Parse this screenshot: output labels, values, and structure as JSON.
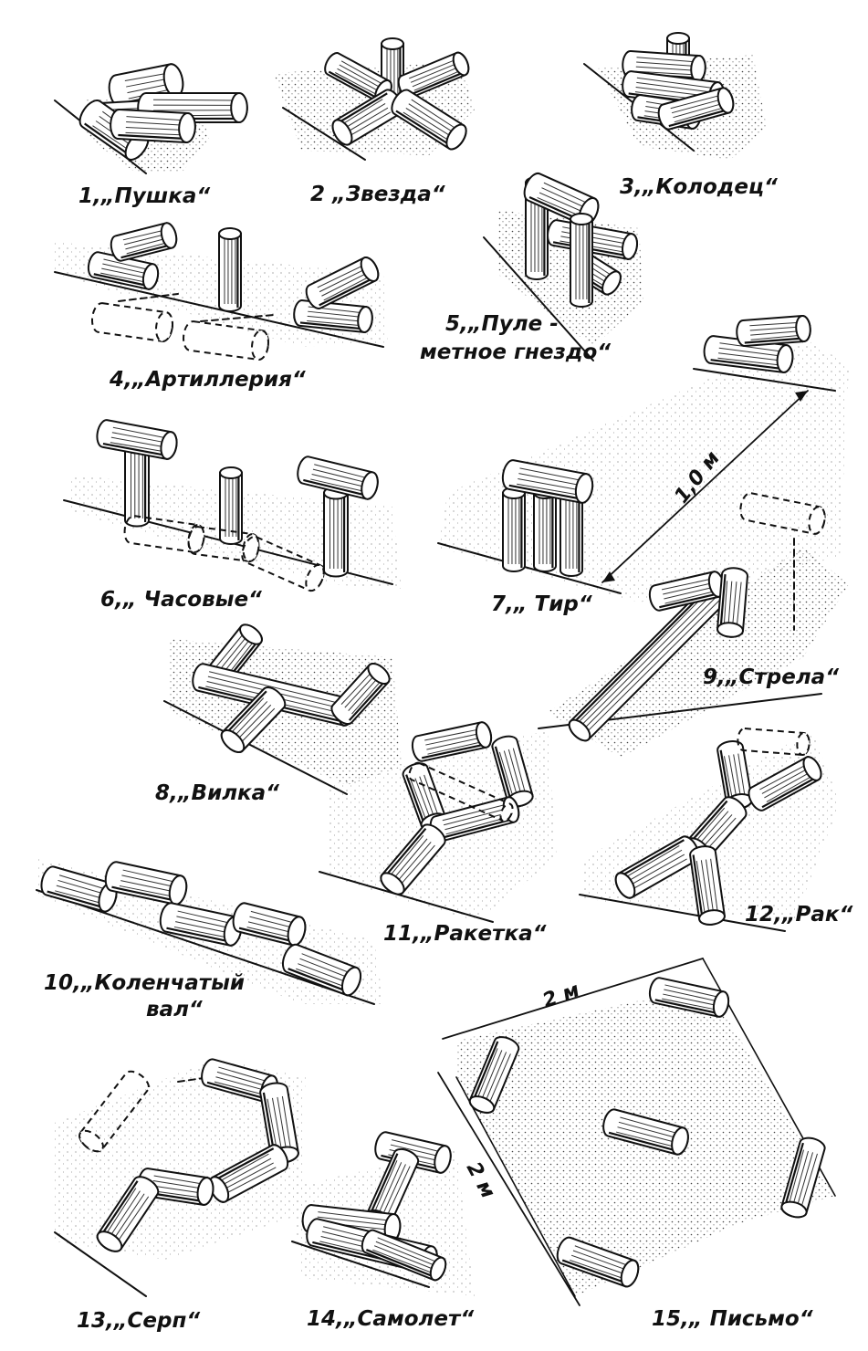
{
  "figures": [
    {
      "id": "f1",
      "label": "1,„Пушка“"
    },
    {
      "id": "f2",
      "label": "2 „Звезда“"
    },
    {
      "id": "f3",
      "label": "3,„Колодец“"
    },
    {
      "id": "f4",
      "label": "4,„Артиллерия“"
    },
    {
      "id": "f5",
      "label_line1": "5,„Пуле -",
      "label_line2": "метное гнездо“"
    },
    {
      "id": "f6",
      "label": "6,„ Часовые“"
    },
    {
      "id": "f7",
      "label": "7,„ Тир“"
    },
    {
      "id": "f8",
      "label": "8,„Вилка“"
    },
    {
      "id": "f9",
      "label": "9,„Стрела“"
    },
    {
      "id": "f10",
      "label_line1": "10,„Коленчатый",
      "label_line2": "вал“"
    },
    {
      "id": "f11",
      "label": "11,„Ракетка“"
    },
    {
      "id": "f12",
      "label": "12,„Рак“"
    },
    {
      "id": "f13",
      "label": "13,„Серп“"
    },
    {
      "id": "f14",
      "label": "14,„Самолет“"
    },
    {
      "id": "f15",
      "label": "15,„ Письмо“"
    }
  ],
  "dimensions": {
    "arrow_distance": "1,0 м",
    "letter_width": "2 м",
    "letter_height": "2 м"
  }
}
